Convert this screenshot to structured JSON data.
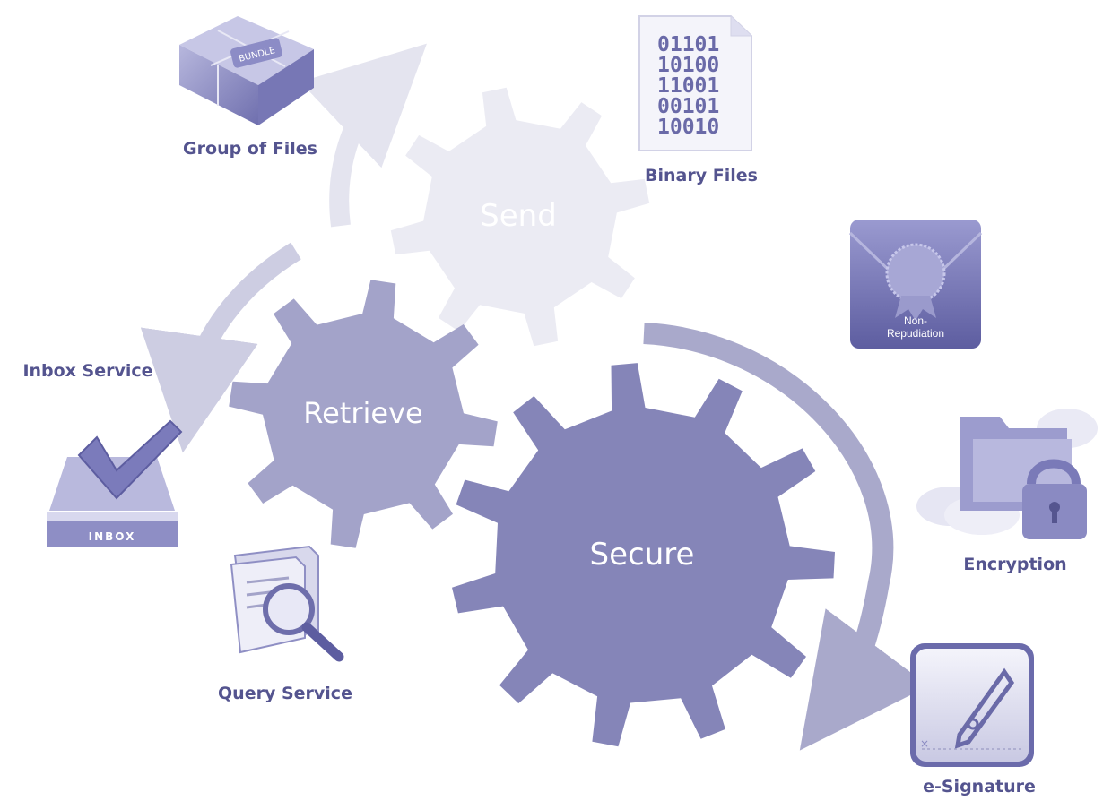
{
  "gears": {
    "send": "Send",
    "retrieve": "Retrieve",
    "secure": "Secure"
  },
  "labels": {
    "group_of_files": "Group of Files",
    "binary_files": "Binary Files",
    "inbox_service": "Inbox Service",
    "query_service": "Query Service",
    "encryption": "Encryption",
    "e_signature": "e-Signature"
  },
  "icons": {
    "bundle_tag": "BUNDLE",
    "binary_digits": [
      "01101",
      "10100",
      "11001",
      "00101",
      "10010"
    ],
    "inbox_tray": "INBOX",
    "non_repudiation": "Non-\nRepudiation",
    "signature_mark": "×"
  },
  "colors": {
    "send_gear": "#ebebf3",
    "retrieve_gear": "#a3a3c9",
    "secure_gear": "#8585b8",
    "label_text": "#54548f",
    "arrow_light": "#e4e4ef",
    "arrow_mid": "#c9c9df",
    "arrow_dark": "#a9a9cb"
  }
}
